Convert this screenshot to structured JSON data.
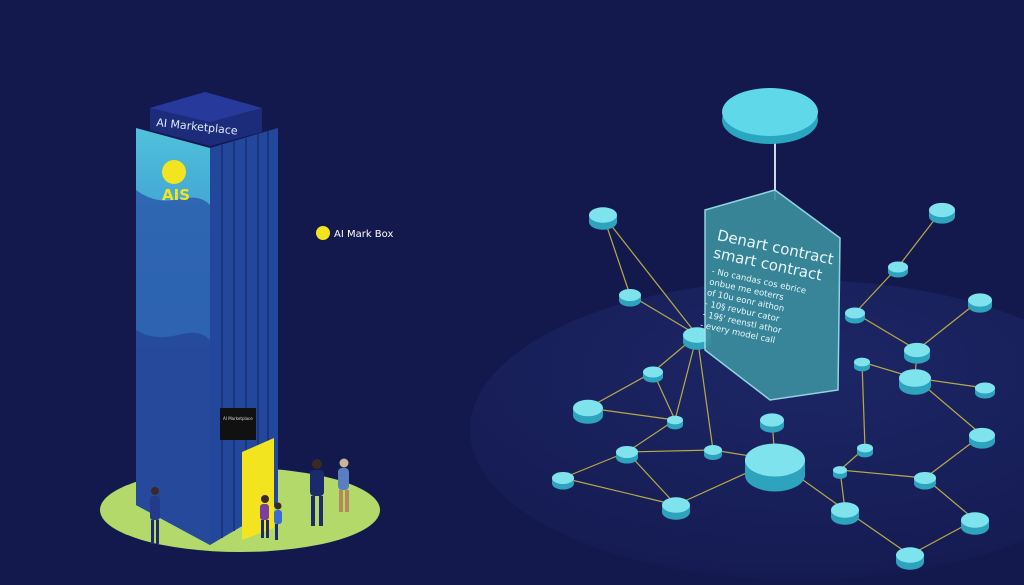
{
  "tower": {
    "roof_sign": "AI Marketplace",
    "facade_label": "AIS",
    "plaque": "AI Marketplace"
  },
  "badge": {
    "icon": "yellow-coin-icon",
    "label": "AI Mark Box"
  },
  "contract_panel": {
    "title_line1": "Denart contract",
    "title_line2": "smart contract",
    "bullets": [
      "- No candas cos ebrice",
      "onbue me eoterrs",
      "of 10u eonr aithon",
      "- 10§ revbur cator",
      "- 19§' reenstl athor",
      "- every model call"
    ]
  },
  "colors": {
    "background": "#13194d",
    "tower_face": "#2f6fb8",
    "tower_side": "#23479a",
    "accent_yellow": "#f2e51f",
    "node_cyan": "#7fe3ee",
    "panel_teal": "#3b8e9e",
    "ground_green": "#b3d96a"
  }
}
